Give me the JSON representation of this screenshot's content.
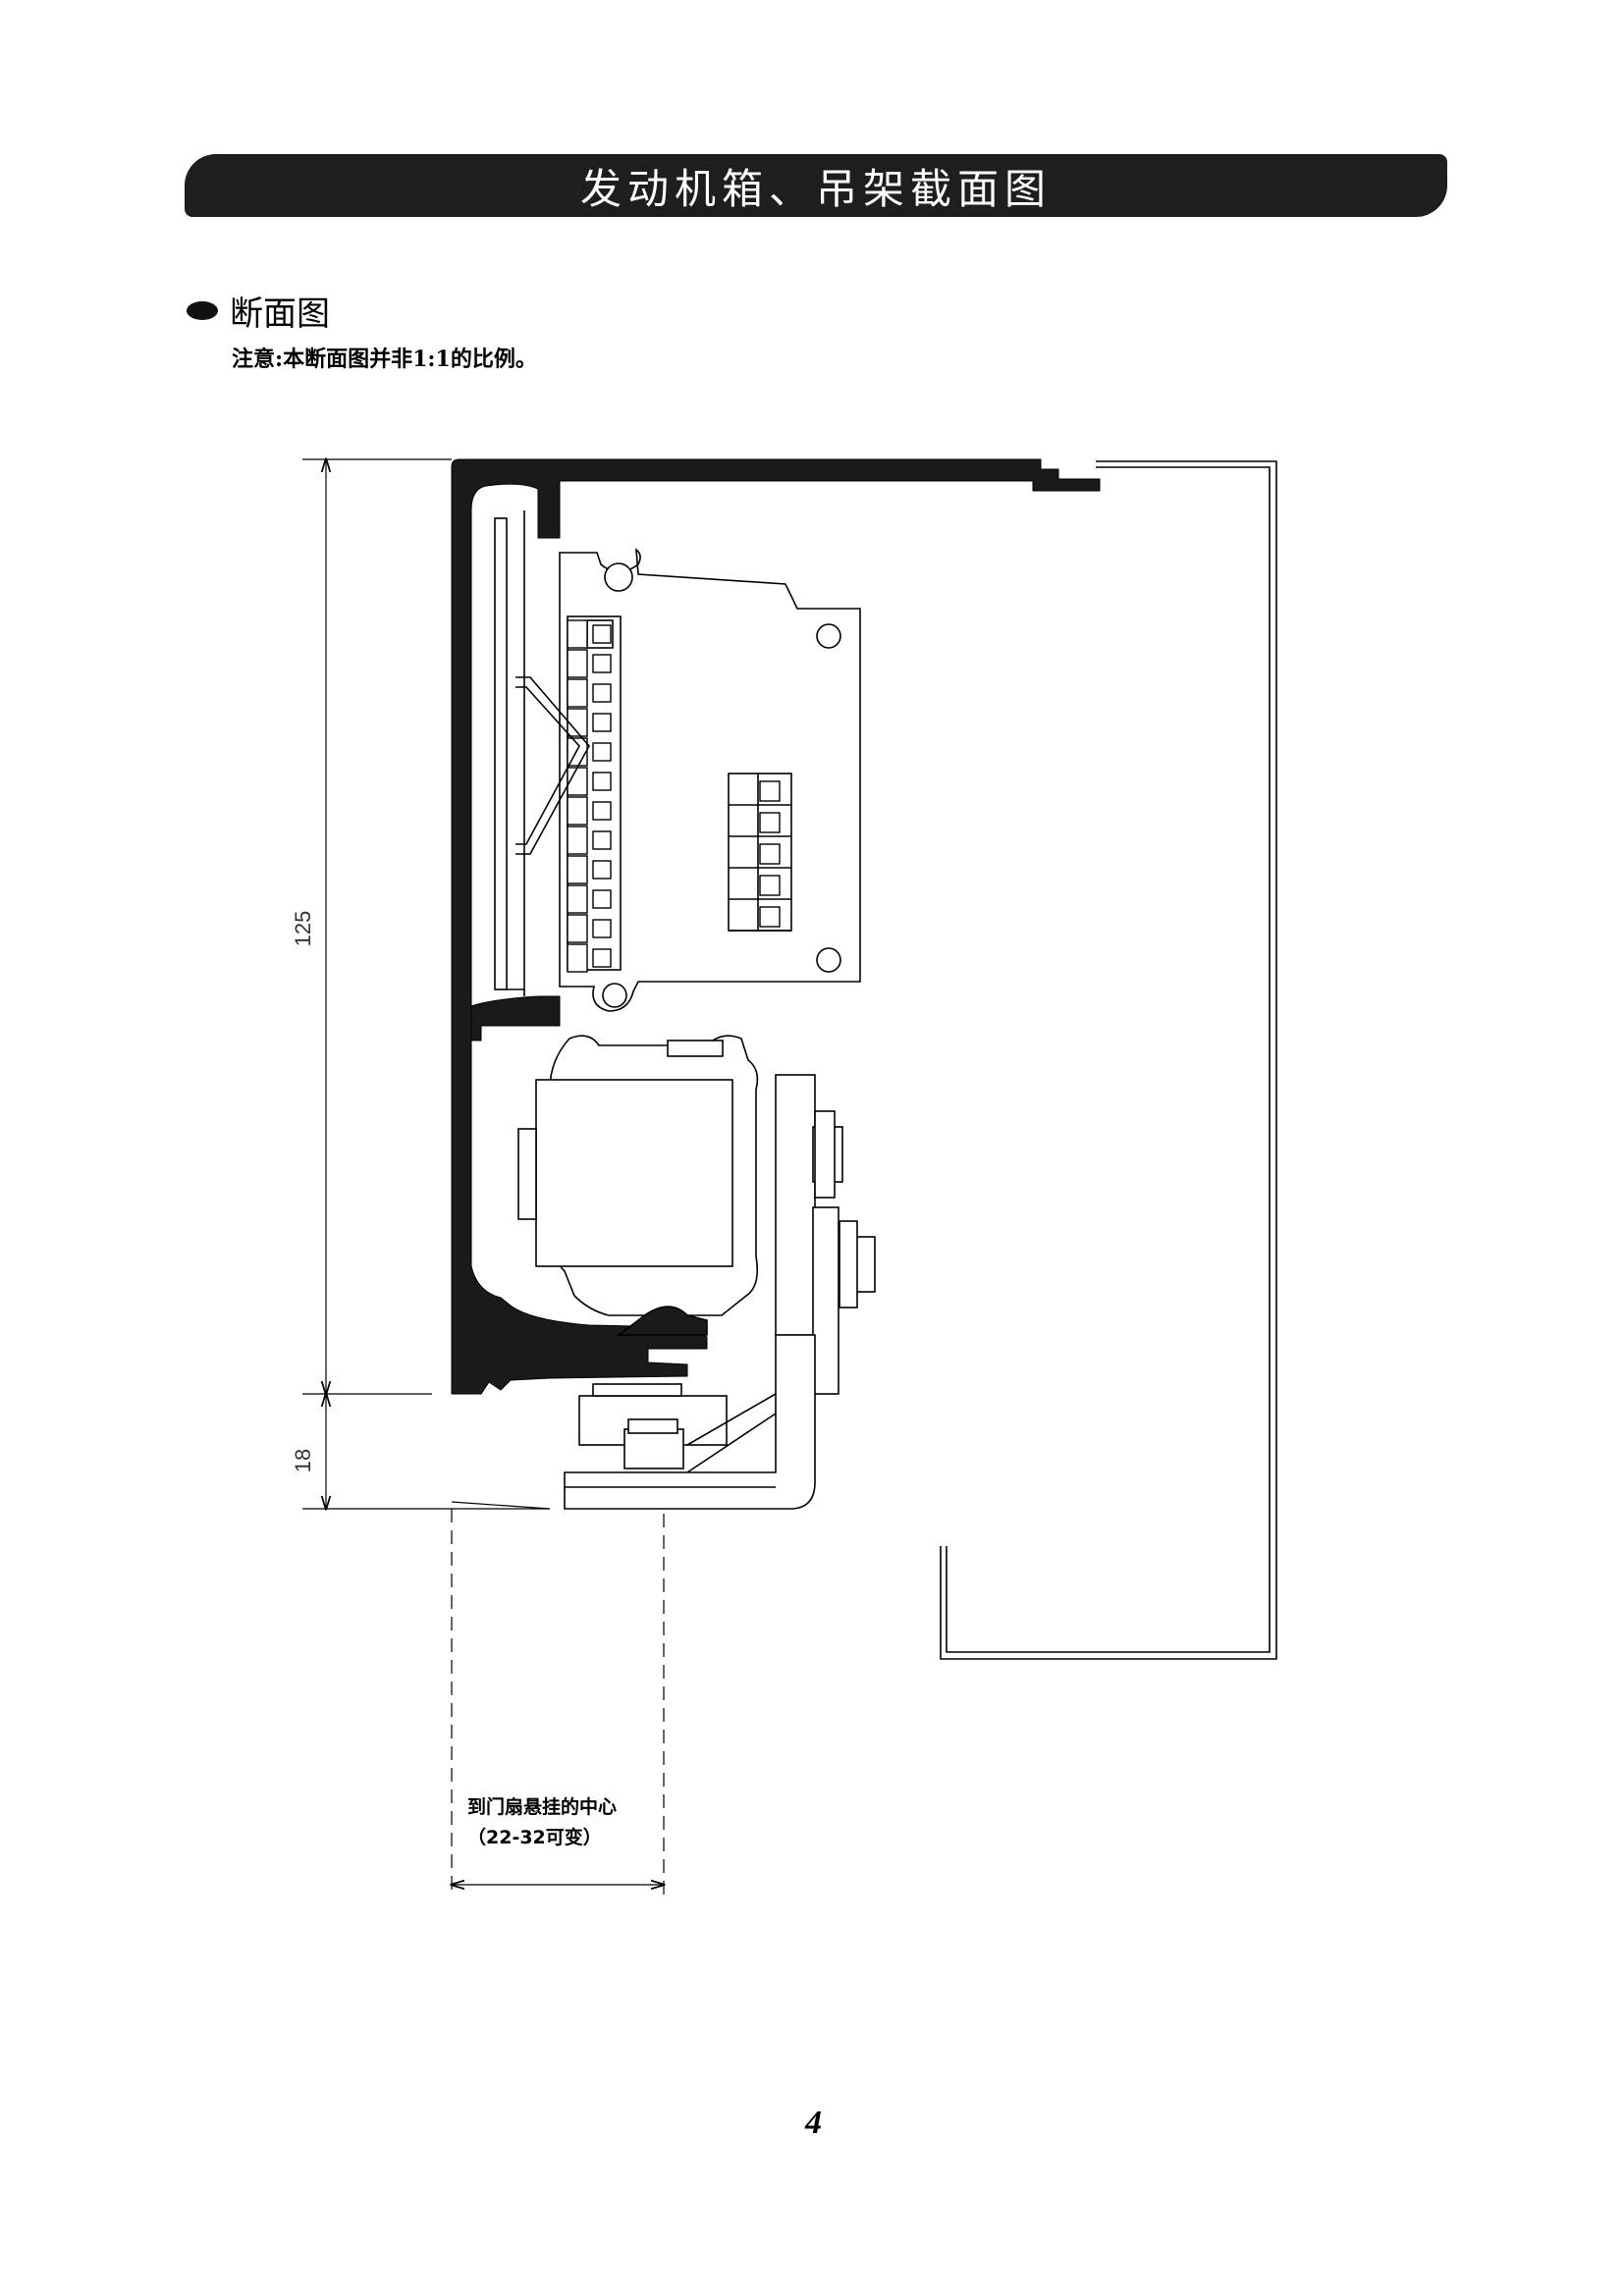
{
  "header": {
    "title": "发动机箱、吊架截面图"
  },
  "section": {
    "title": "断面图",
    "note": "注意:本断面图并非1:1的比例。"
  },
  "dimensions": {
    "total_height": "125",
    "bottom_height": "18"
  },
  "annotation": {
    "line1": "到门扇悬挂的中心",
    "line2": "（22-32可变）"
  },
  "footer": {
    "page_number": "4"
  }
}
